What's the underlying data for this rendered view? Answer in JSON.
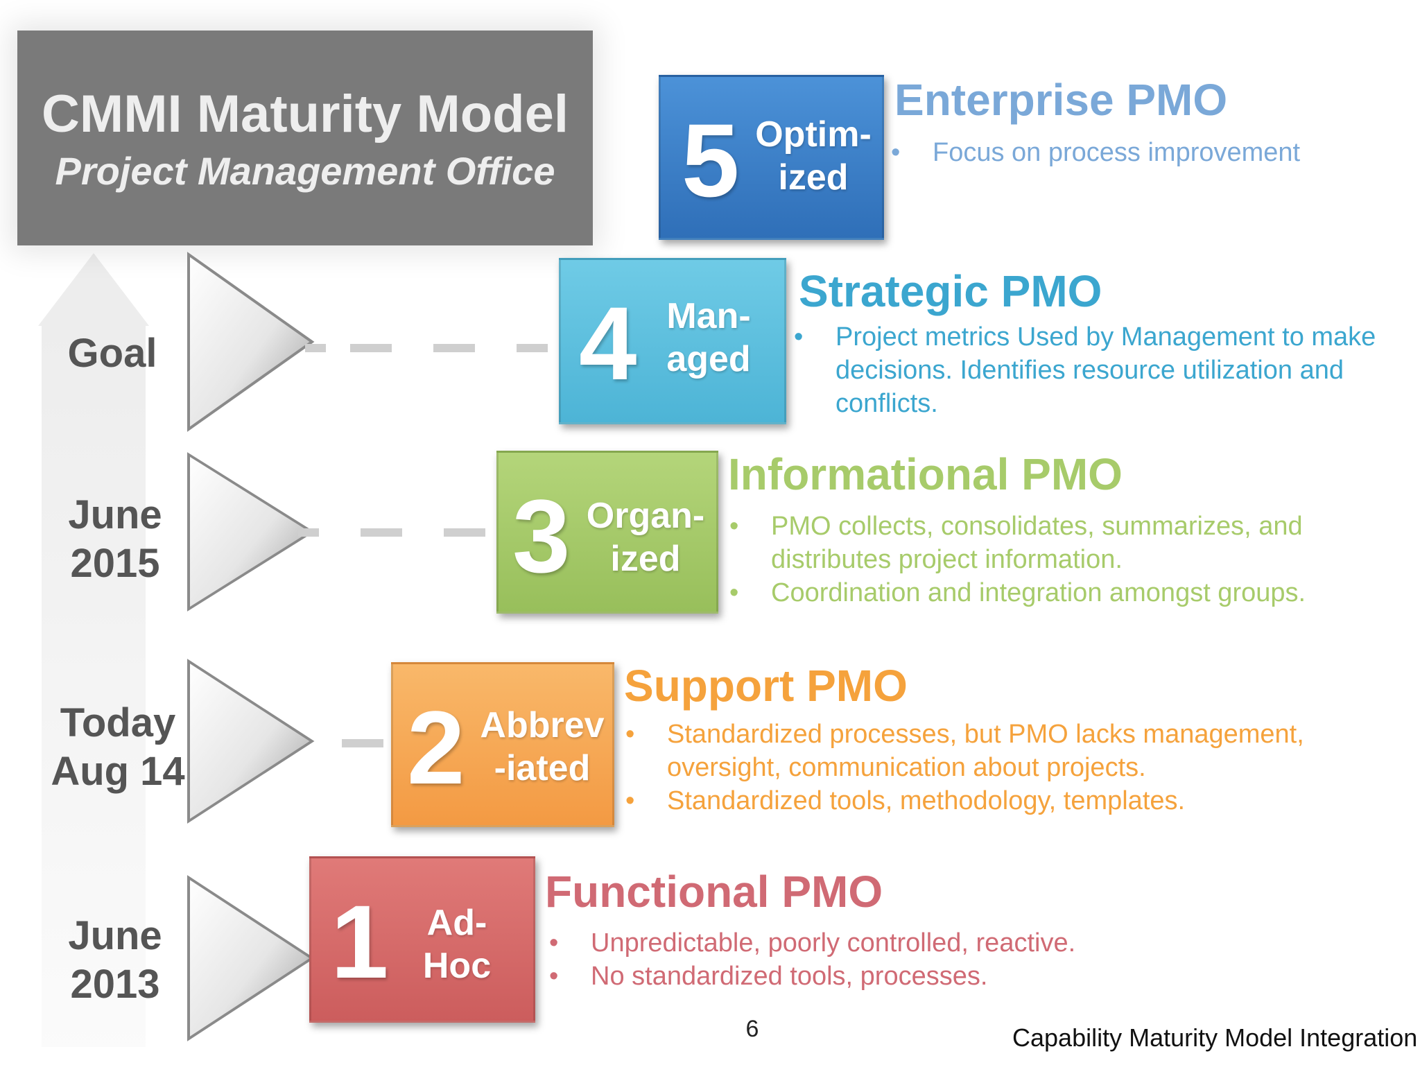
{
  "header": {
    "title": "CMMI Maturity Model",
    "subtitle": "Project Management Office"
  },
  "timeline": [
    {
      "label": "Goal"
    },
    {
      "label": "June 2015"
    },
    {
      "label": "Today Aug 14"
    },
    {
      "label": "June 2013"
    }
  ],
  "levels": [
    {
      "number": "5",
      "name": "Optim- ized",
      "color": "#3a7fc8",
      "pmo": "Enterprise PMO",
      "pmo_color": "#7aa8d8",
      "bullets": [
        "Focus on process improvement"
      ]
    },
    {
      "number": "4",
      "name": "Man- aged",
      "color": "#5ec1de",
      "pmo": "Strategic PMO",
      "pmo_color": "#3ba6cf",
      "bullets": [
        "Project metrics Used by Management to make decisions. Identifies resource utilization and conflicts."
      ]
    },
    {
      "number": "3",
      "name": "Organ- ized",
      "color": "#a7cb6a",
      "pmo": "Informational PMO",
      "pmo_color": "#a7cb6a",
      "bullets": [
        "PMO collects, consolidates, summarizes, and distributes project information.",
        "Coordination and integration amongst groups."
      ]
    },
    {
      "number": "2",
      "name": "Abbrev -iated",
      "color": "#f7ab57",
      "pmo": "Support PMO",
      "pmo_color": "#f5a23c",
      "bullets": [
        "Standardized processes, but PMO lacks management, oversight, communication about projects.",
        "Standardized tools, methodology, templates."
      ]
    },
    {
      "number": "1",
      "name": "Ad- Hoc",
      "color": "#d86b6b",
      "pmo": "Functional PMO",
      "pmo_color": "#d06a74",
      "bullets": [
        "Unpredictable, poorly controlled, reactive.",
        "No standardized tools, processes."
      ]
    }
  ],
  "footer": {
    "page_number": "6",
    "text": "Capability Maturity Model Integration"
  }
}
